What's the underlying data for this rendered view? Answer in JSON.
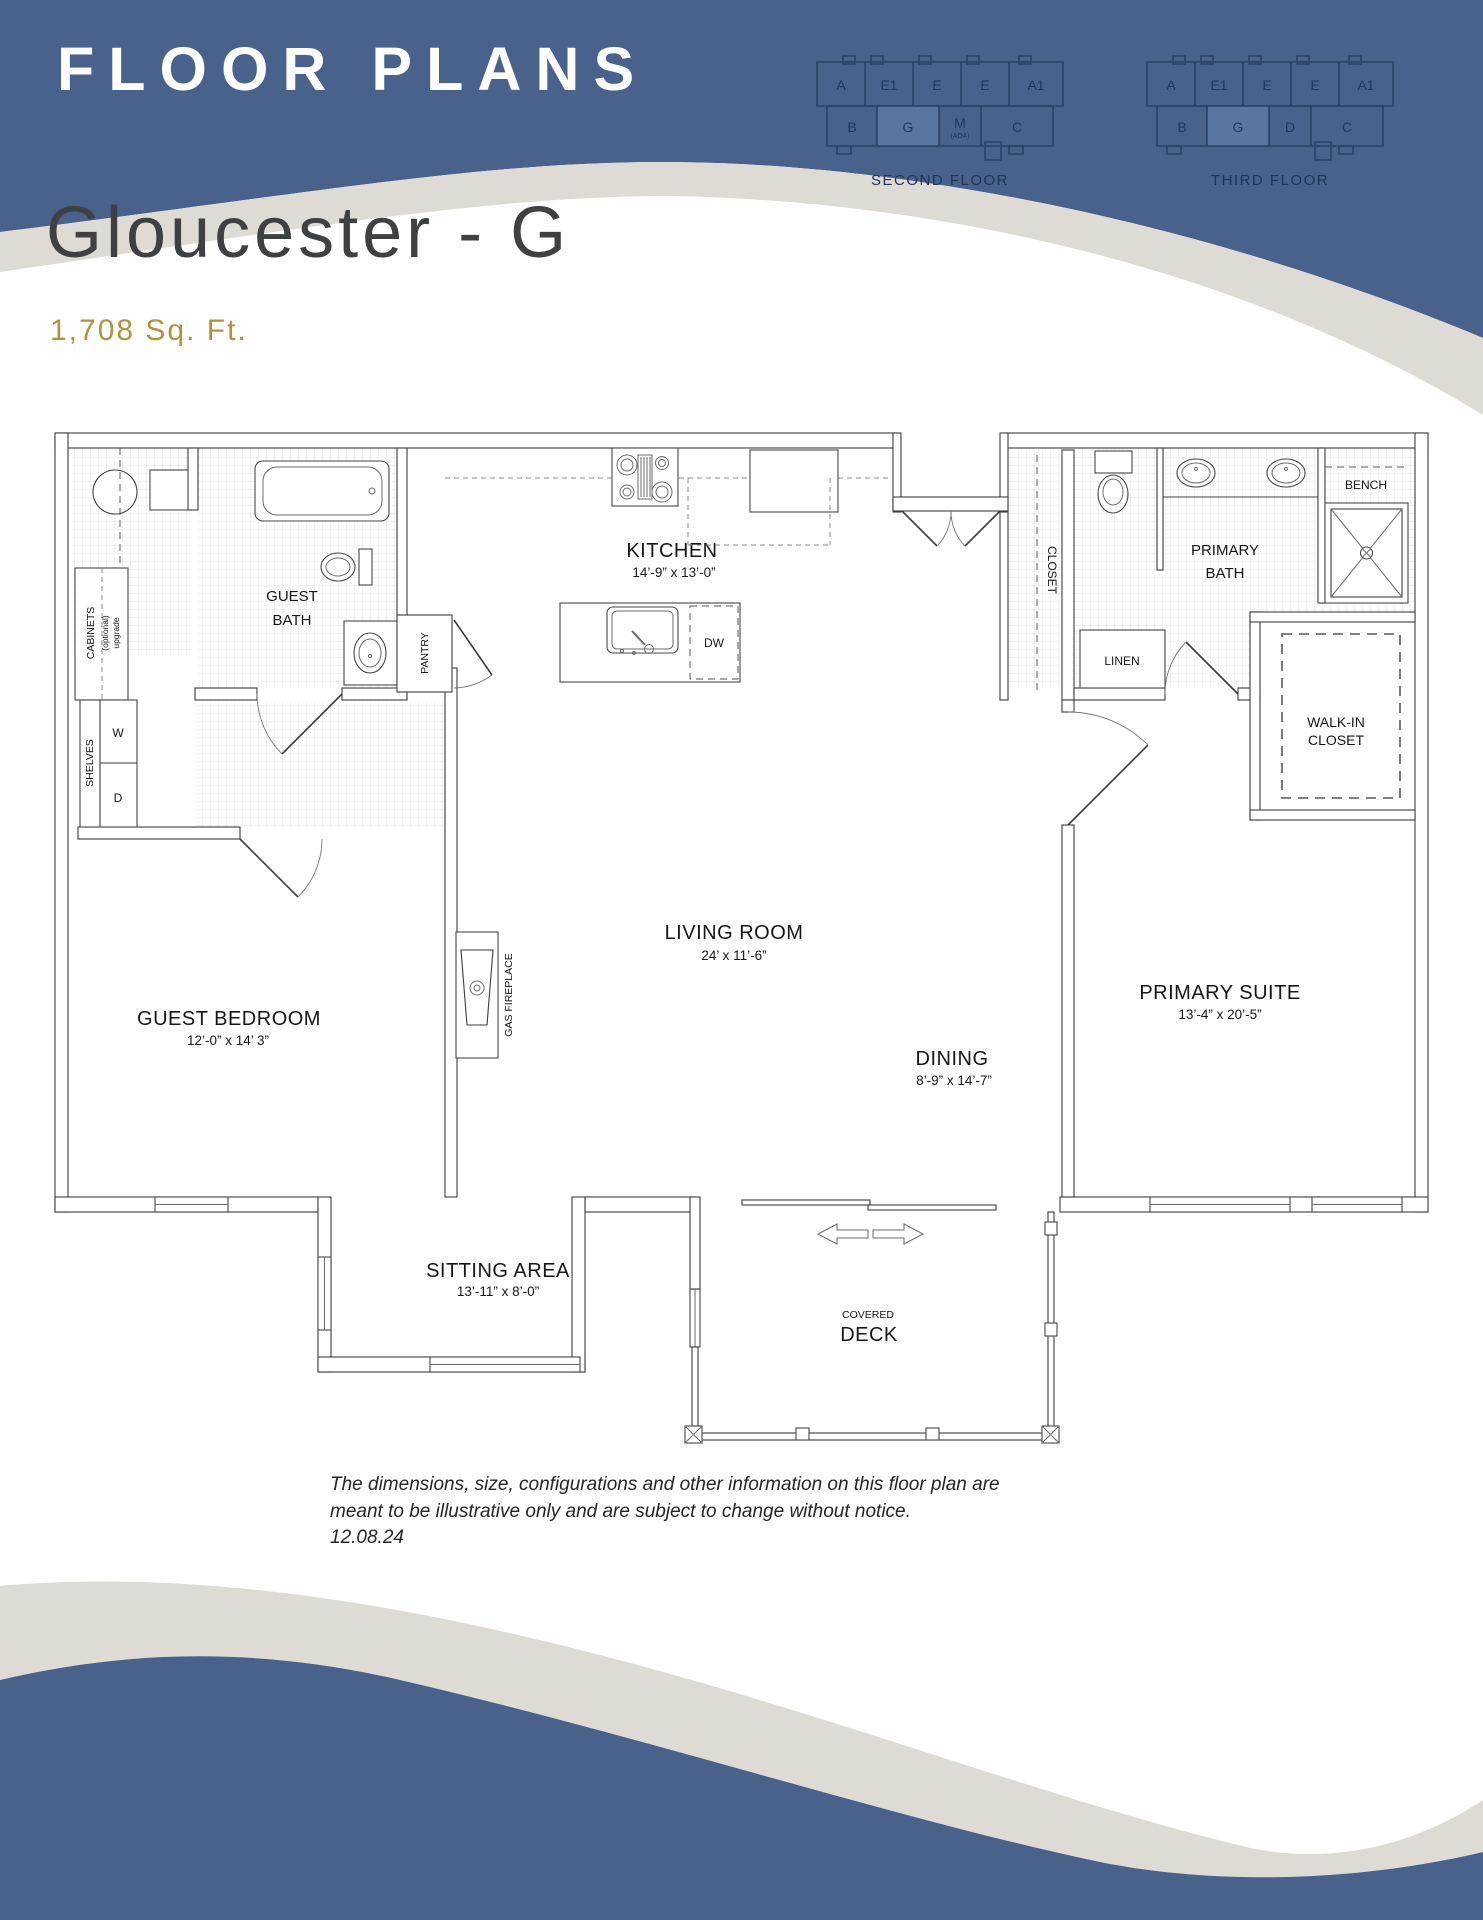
{
  "colors": {
    "band_blue": "#48628b",
    "band_gray": "#dedbd4",
    "accent_gold": "#b2923b",
    "title_gray": "#3e4042",
    "key_line": "#2d4366",
    "key_text": "#22385a",
    "key_highlight": "#5a76a0",
    "plan_line": "#3c3c3c",
    "plan_text": "#161616"
  },
  "header": {
    "title": "FLOOR PLANS",
    "keys": [
      {
        "floor_label": "SECOND FLOOR",
        "top_units": [
          "A",
          "E1",
          "E",
          "E",
          "A1"
        ],
        "bottom_units": [
          "B",
          "G",
          "M",
          "C"
        ],
        "ada_note": "(ADA)",
        "highlighted_unit": "G"
      },
      {
        "floor_label": "THIRD FLOOR",
        "top_units": [
          "A",
          "E1",
          "E",
          "E",
          "A1"
        ],
        "bottom_units": [
          "B",
          "G",
          "D",
          "C"
        ],
        "highlighted_unit": "G"
      }
    ]
  },
  "plan": {
    "name": "Gloucester - G",
    "area": "1,708 Sq. Ft."
  },
  "rooms": {
    "kitchen": {
      "name": "KITCHEN",
      "dims": "14’-9” x 13’-0”"
    },
    "guest_bath": {
      "line1": "GUEST",
      "line2": "BATH"
    },
    "guest_bedroom": {
      "name": "GUEST BEDROOM",
      "dims": "12’-0” x 14’ 3”"
    },
    "living": {
      "name": "LIVING ROOM",
      "dims": "24’ x 11’-6”"
    },
    "dining": {
      "name": "DINING",
      "dims": "8’-9” x 14’-7”"
    },
    "primary_suite": {
      "name": "PRIMARY SUITE",
      "dims": "13’-4” x 20’-5”"
    },
    "primary_bath": {
      "line1": "PRIMARY",
      "line2": "BATH"
    },
    "sitting": {
      "name": "SITTING AREA",
      "dims": "13’-11” x 8’-0”"
    },
    "deck": {
      "line1": "COVERED",
      "line2": "DECK"
    },
    "walk_in": {
      "line1": "WALK-IN",
      "line2": "CLOSET"
    }
  },
  "labels": {
    "closet": "CLOSET",
    "linen": "LINEN",
    "bench": "BENCH",
    "pantry": "PANTRY",
    "dw": "DW",
    "shelves": "SHELVES",
    "washer": "W",
    "dryer": "D",
    "cabinets": "CABINETS",
    "cabinets_note1": "(optional)",
    "cabinets_note2": "upgrade",
    "fireplace": "GAS FIREPLACE"
  },
  "disclaimer": {
    "line1": "The dimensions, size, configurations and other information on this floor plan are",
    "line2": "meant to be illustrative only and are subject to change without notice.",
    "date": "12.08.24"
  }
}
